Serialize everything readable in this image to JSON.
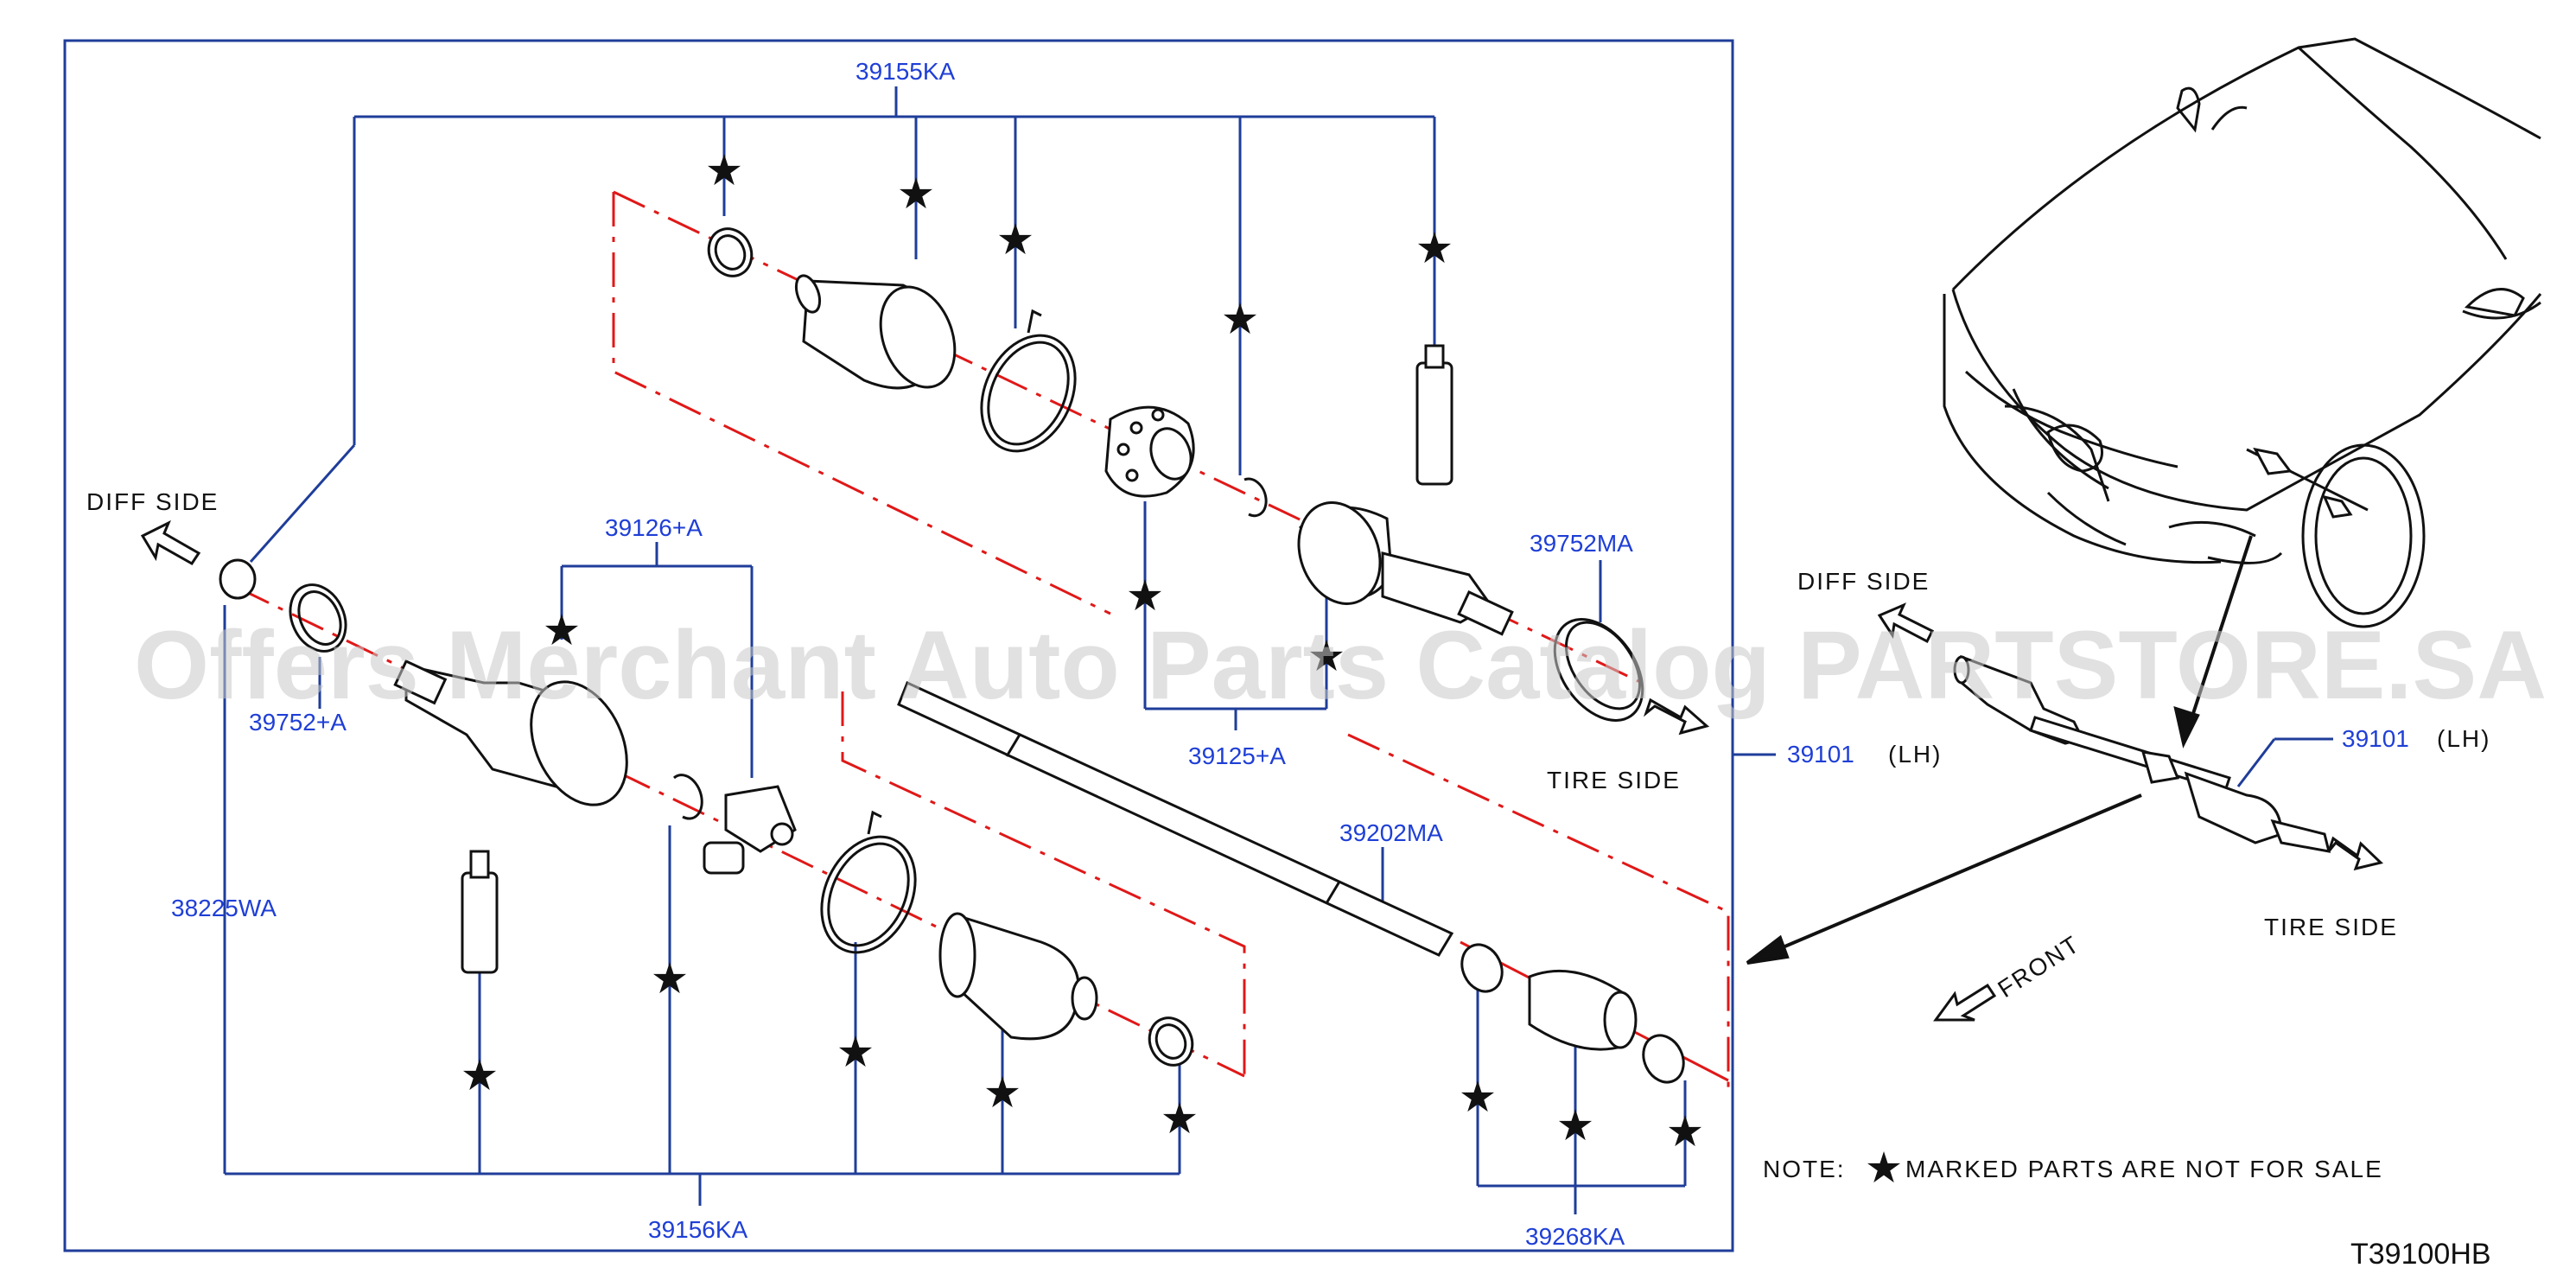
{
  "diagram": {
    "part_labels": {
      "p39155ka": "39155KA",
      "p39126a": "39126+A",
      "p39752a": "39752+A",
      "p39752ma": "39752MA",
      "p39125a": "39125+A",
      "p39202ma": "39202MA",
      "p38225wa": "38225WA",
      "p39156ka": "39156KA",
      "p39268ka": "39268KA",
      "p39101_main": "39101",
      "lh_main": "(LH)",
      "p39101_inset": "39101",
      "lh_inset": "(LH)"
    },
    "side_labels": {
      "diff_side_main": "DIFF  SIDE",
      "tire_side_main": "TIRE  SIDE",
      "diff_side_inset": "DIFF  SIDE",
      "tire_side_inset": "TIRE  SIDE",
      "front": "FRONT"
    },
    "note": {
      "prefix": "NOTE:",
      "text": "MARKED  PARTS  ARE  NOT  FOR  SALE"
    },
    "diagram_code": "T39100HB",
    "watermark": "Offers Merchant Auto Parts Catalog PARTSTORE.SA",
    "colors": {
      "callout_line": "#1f3d9a",
      "part_number": "#1f3fd6",
      "centerline": "#e01818",
      "outline": "#111111"
    }
  }
}
